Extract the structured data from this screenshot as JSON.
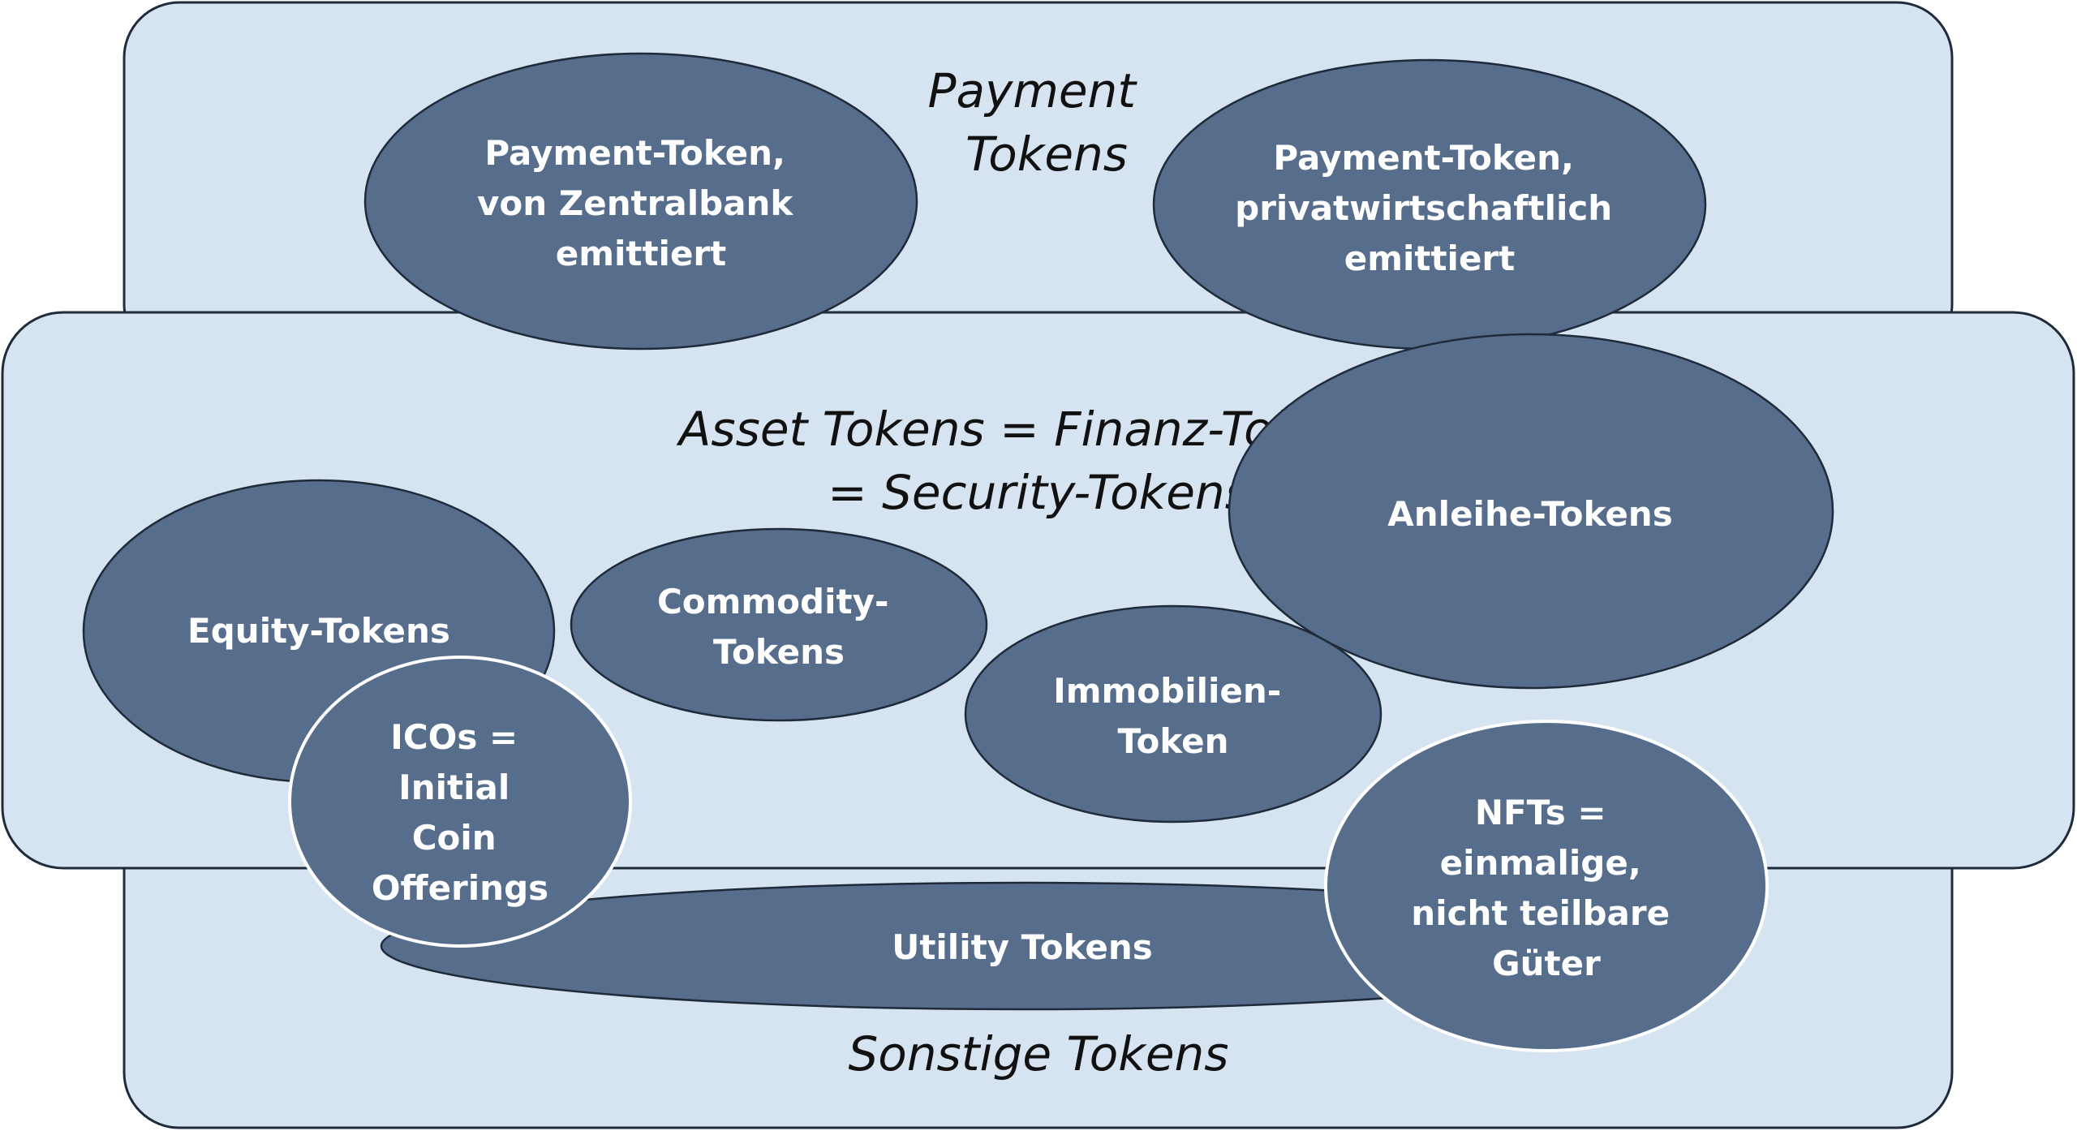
{
  "regions": {
    "payment": {
      "lines": [
        "Payment",
        "Tokens"
      ]
    },
    "asset": {
      "lines": [
        "Asset Tokens = Finanz-Tokens",
        "= Security-Tokens"
      ]
    },
    "other": {
      "lines": [
        "Sonstige Tokens"
      ]
    }
  },
  "tokens": {
    "central_bank": {
      "lines": [
        "Payment-Token,",
        "von Zentralbank",
        "emittiert"
      ]
    },
    "private": {
      "lines": [
        "Payment-Token,",
        "privatwirtschaftlich",
        "emittiert"
      ]
    },
    "bond": {
      "lines": [
        "Anleihe-Tokens"
      ]
    },
    "equity": {
      "lines": [
        "Equity-Tokens"
      ]
    },
    "commodity": {
      "lines": [
        "Commodity-",
        "Tokens"
      ]
    },
    "real_estate": {
      "lines": [
        "Immobilien-",
        "Token"
      ]
    },
    "ico": {
      "lines": [
        "ICOs =",
        "Initial",
        "Coin",
        "Offerings"
      ]
    },
    "utility": {
      "lines": [
        "Utility Tokens"
      ]
    },
    "nft": {
      "lines": [
        "NFTs =",
        "einmalige,",
        "nicht teilbare",
        "Güter"
      ]
    }
  },
  "colors": {
    "region_fill": "#d6e3f0",
    "token_fill": "#576d8c",
    "outline": "#1f2a3a"
  }
}
